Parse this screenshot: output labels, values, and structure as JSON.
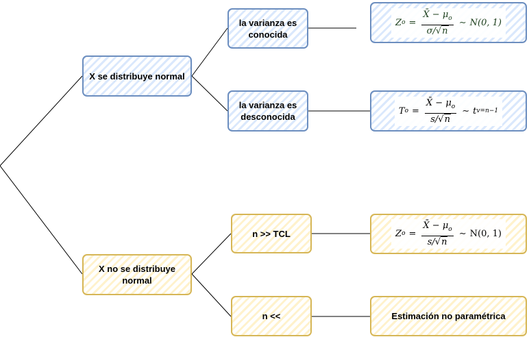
{
  "nodes": {
    "root_normal": "X se distribuye normal",
    "root_not_normal": "X  no se distribuye normal",
    "var_known": "la varianza es conocida",
    "var_unknown": "la varianza es desconocida",
    "n_large": "n >>  TCL",
    "n_small": "n <<",
    "nonparam": "Estimación no paramétrica"
  },
  "formulas": {
    "z_known": {
      "lhs": "Z",
      "lhs_sub": "o",
      "eq": "=",
      "num": "X̄ − μ",
      "num_sub": "o",
      "den_a": "σ/",
      "den_sqrt_sym": "√",
      "den_b": "n",
      "sim": "∼",
      "rhs": "N(0, 1)"
    },
    "t_unknown": {
      "lhs": "T",
      "lhs_sub": "o",
      "eq": "=",
      "num": "X̄ − μ",
      "num_sub": "o",
      "den_a": "s/",
      "den_sqrt_sym": "√",
      "den_b": "n",
      "sim": "∼",
      "rhs": "t",
      "rhs_sub": "v=n−1"
    },
    "z_tcl": {
      "lhs": "Z",
      "lhs_sub": "o",
      "eq": "=",
      "num": "X̄ − μ",
      "num_sub": "o",
      "den_a": "s/",
      "den_sqrt_sym": "√",
      "den_b": "n",
      "sim": "∼",
      "rhs": "N(0, 1)"
    }
  },
  "colors": {
    "blue_stroke": "#6c8ebf",
    "blue_fill": "#dae8fc",
    "yellow_stroke": "#d6b656",
    "yellow_fill": "#fff2cc",
    "line": "#000000"
  }
}
